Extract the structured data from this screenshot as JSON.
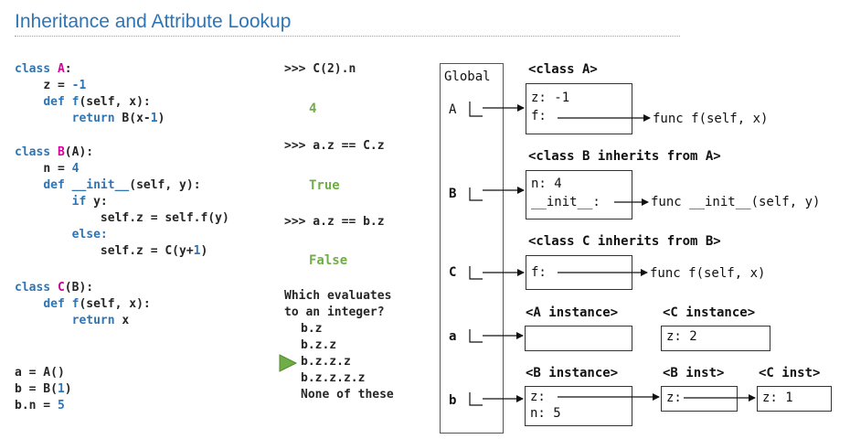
{
  "title": "Inheritance and Attribute Lookup",
  "code": {
    "class_kw": "class",
    "def_kw": "def",
    "return_kw": "return",
    "if_kw": "if",
    "else_kw": "else:",
    "self": "self",
    "A": "A",
    "B": "B",
    "C": "C",
    "z_eq": "z = ",
    "n_eq": "n = ",
    "neg1": "-1",
    "four": "4",
    "f": "f",
    "init": "__init__",
    "line_a": "a = A()",
    "line_b_pre": "b = B(",
    "one": "1",
    "line_b_post": ")",
    "line_bn": "b.n = ",
    "five": "5"
  },
  "repl": {
    "q1": ">>> C(2).n",
    "a1": "4",
    "q2": ">>> a.z == C.z",
    "a2": "True",
    "q3": ">>> a.z == b.z",
    "a3": "False"
  },
  "quiz": {
    "question_1": "Which evaluates",
    "question_2": "to an integer?",
    "options": [
      "b.z",
      "b.z.z",
      "b.z.z.z",
      "b.z.z.z.z",
      "None of these"
    ]
  },
  "diagram": {
    "global_label": "Global",
    "frame_vars": [
      "A",
      "B",
      "C",
      "a",
      "b"
    ],
    "class_a_title": "<class A>",
    "class_a_z": "z: -1",
    "class_a_f": "f:",
    "func_f_a": "func f(self, x)",
    "class_b_title": "<class B inherits from A>",
    "class_b_n": "n: 4",
    "class_b_init": "__init__:",
    "func_init": "func __init__(self, y)",
    "class_c_title": "<class C inherits from B>",
    "class_c_f": "f:",
    "func_f_c": "func f(self, x)",
    "a_inst_title": "<A instance>",
    "c_inst_title": "<C instance>",
    "c_inst_z": "z: 2",
    "b_inst_title": "<B instance>",
    "b_inst_z": "z:",
    "b_inst_n": "n: 5",
    "b_inst2_title": "<B inst>",
    "b_inst2_z": "z:",
    "c_inst2_title": "<C inst>",
    "c_inst2_z": "z: 1"
  },
  "colors": {
    "title": "#2e75b6",
    "keyword": "#2e75b6",
    "name": "#d4009c",
    "answer": "#70ad47"
  }
}
